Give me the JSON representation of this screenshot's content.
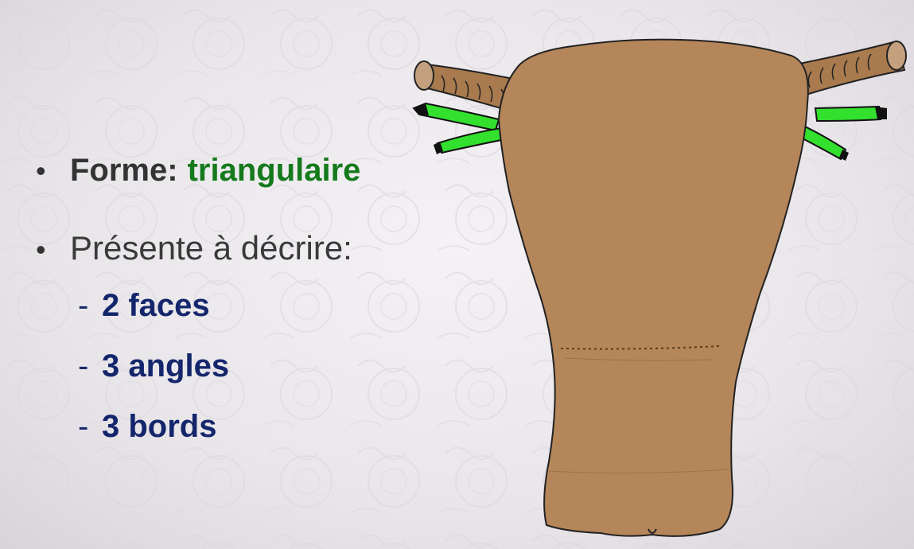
{
  "bullets": [
    {
      "label": "Forme:",
      "value": "triangulaire"
    },
    {
      "text": "Présente à décrire:"
    }
  ],
  "sub_items": [
    "2 faces",
    "3 angles",
    "3 bords"
  ],
  "colors": {
    "bullet_label": "#333333",
    "highlight_green": "#157a1c",
    "sub_item_blue": "#14266b",
    "organ_fill": "#b5865a",
    "ligament_green": "#33e02e"
  }
}
